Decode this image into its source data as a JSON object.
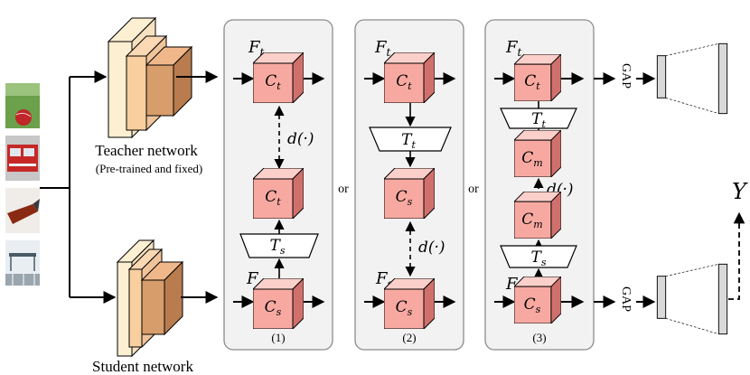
{
  "labels": {
    "teacher_network": "Teacher network",
    "teacher_note": "(Pre-trained and fixed)",
    "student_network": "Student network",
    "or": "or",
    "gap": "GAP",
    "output": "Y"
  },
  "panels": [
    {
      "caption": "(1)",
      "feature_top": "F",
      "feature_top_sub": "t",
      "feature_bottom": "F",
      "feature_bottom_sub": "s",
      "cube_top": "C",
      "cube_top_sub": "t",
      "cube_mid": "C",
      "cube_mid_sub": "t",
      "cube_bottom": "C",
      "cube_bottom_sub": "s",
      "transform": "T",
      "transform_sub": "s",
      "distance": "d(·)"
    },
    {
      "caption": "(2)",
      "feature_top": "F",
      "feature_top_sub": "t",
      "feature_bottom": "F",
      "feature_bottom_sub": "s",
      "cube_top": "C",
      "cube_top_sub": "t",
      "cube_mid": "C",
      "cube_mid_sub": "s",
      "cube_bottom": "C",
      "cube_bottom_sub": "s",
      "transform": "T",
      "transform_sub": "t",
      "distance": "d(·)"
    },
    {
      "caption": "(3)",
      "feature_top": "F",
      "feature_top_sub": "t",
      "feature_bottom": "F",
      "feature_bottom_sub": "s",
      "cube_top": "C",
      "cube_top_sub": "t",
      "cube_m1": "C",
      "cube_m1_sub": "m",
      "cube_m2": "C",
      "cube_m2_sub": "m",
      "cube_bottom": "C",
      "cube_bottom_sub": "s",
      "transform_top": "T",
      "transform_top_sub": "t",
      "transform_bottom": "T",
      "transform_bottom_sub": "s",
      "distance": "d(·)"
    }
  ],
  "colors": {
    "cube_front": "#f7a9a1",
    "cube_top": "#fbd0ca",
    "cube_side": "#d0706c",
    "panel_fill": "#f2f2f2",
    "panel_stroke": "#8c8c8c",
    "net_light": "#fcefd2",
    "net_mid": "#f9cf9f",
    "net_dark": "#d79d6b",
    "gap_block": "#d9d9d9"
  },
  "thumbnails": [
    "cricket-ball",
    "fire-truck",
    "fountain-pen",
    "patio-furniture"
  ]
}
